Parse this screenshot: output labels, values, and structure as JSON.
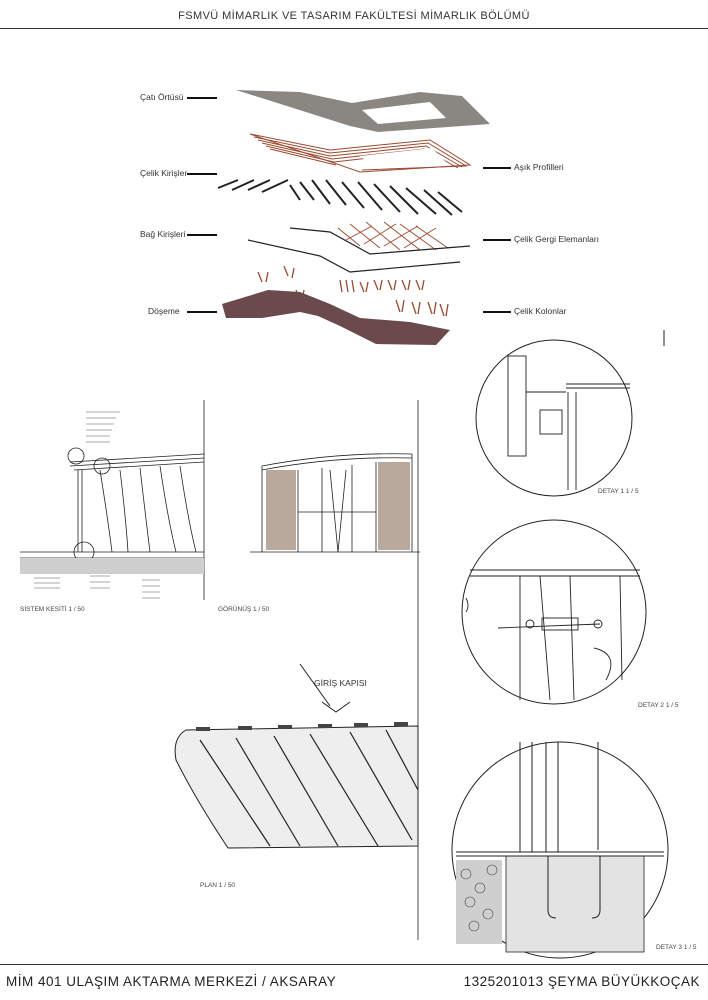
{
  "header": {
    "title": "FSMVÜ MİMARLIK VE TASARIM FAKÜLTESİ  MİMARLIK BÖLÜMÜ"
  },
  "exploded": {
    "left_labels": [
      "Çatı Örtüsü",
      "Çelik Kirişler",
      "Bağ Kirişleri",
      "Döşeme"
    ],
    "right_labels": [
      "Aşık Profilleri",
      "Çelik Gergi Elemanları",
      "Çelik Kolonlar"
    ]
  },
  "drawings": {
    "section_title": "SİSTEM KESİTİ 1 / 50",
    "elevation_title": "GÖRÜNÜŞ 1 / 50",
    "plan_title": "PLAN 1 / 50",
    "entrance_label": "GİRİŞ KAPISI",
    "detail1_title": "DETAY 1  1 / 5",
    "detail2_title": "DETAY 2  1 / 5",
    "detail3_title": "DETAY 3  1 / 5"
  },
  "footer": {
    "project": "MİM 401 ULAŞIM AKTARMA MERKEZİ / AKSARAY",
    "student": "1325201013 ŞEYMA BÜYÜKKOÇAK"
  },
  "colors": {
    "roof": "#8a8783",
    "beams": "#9a4a30",
    "slab": "#6b4a4e",
    "line": "#222222"
  }
}
